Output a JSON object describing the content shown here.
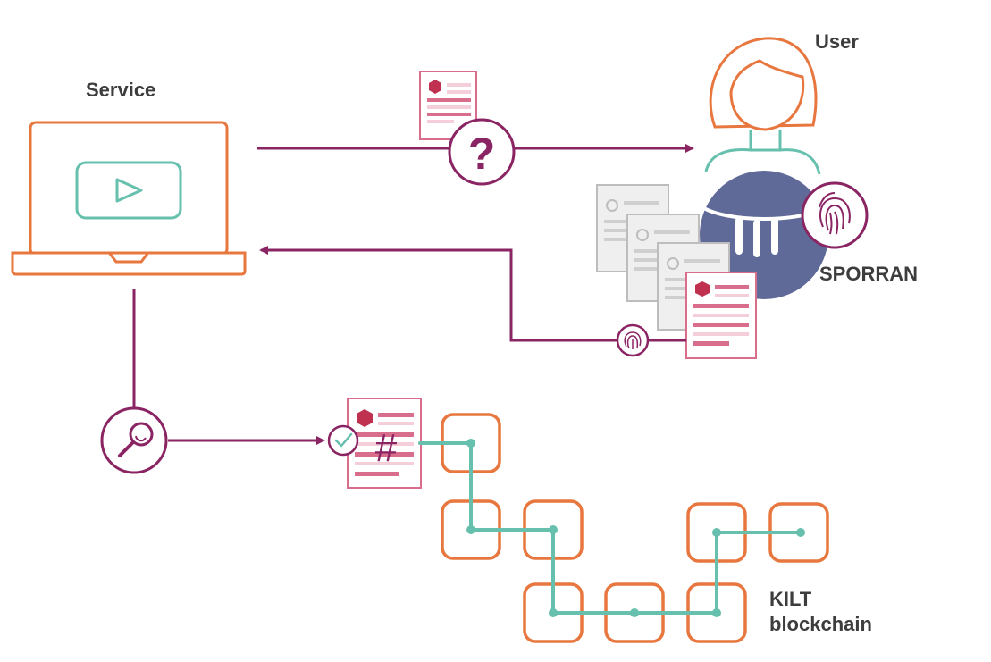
{
  "labels": {
    "service": "Service",
    "user": "User",
    "wallet": "SPORRAN",
    "blockchain_line1": "KILT",
    "blockchain_line2": "blockchain"
  },
  "question_mark": "?",
  "hash_symbol": "#",
  "colors": {
    "orange": "#e8773f",
    "purple": "#8a2463",
    "teal": "#66c0ad",
    "pink": "#d96d8c",
    "light_pink": "#f4cfd9",
    "navy": "#5f6a99",
    "gray": "#bdbdbd",
    "text": "#3d3d3d"
  },
  "icons": [
    "laptop-icon",
    "play-icon",
    "credential-icon",
    "question-icon",
    "user-icon",
    "wallet-icon",
    "fingerprint-icon",
    "magnifier-icon",
    "checkmark-icon",
    "blockchain-block-icon"
  ]
}
